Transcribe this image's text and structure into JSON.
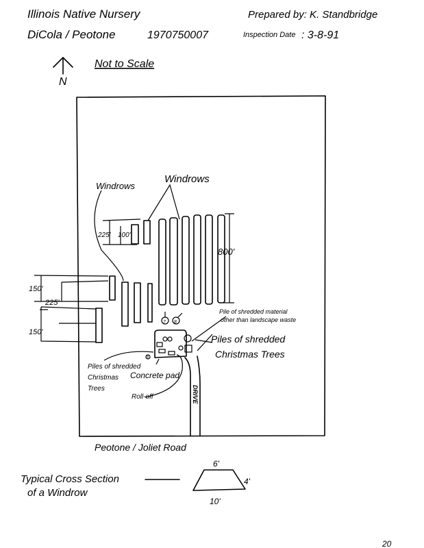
{
  "header": {
    "facility": "Illinois Native Nursery",
    "prepared_by": "Prepared by: K. Standbridge",
    "location": "DiCola / Peotone",
    "site_id": "1970750007",
    "inspection_label": "Inspection Date",
    "inspection_date": ": 3-8-91"
  },
  "north_label": "N",
  "scale_note": "Not to Scale",
  "labels": {
    "windrows_left": "Windrows",
    "windrows_top": "Windrows",
    "dim_225_top": "225'",
    "dim_100": "100'",
    "dim_800": "800'",
    "dim_150_a": "150'",
    "dim_225_mid": "225'",
    "dim_150_b": "150'",
    "pile_other": "Pile of shredded material",
    "pile_other_2": "other than landscape waste",
    "piles_xmas_right_1": "Piles of shredded",
    "piles_xmas_right_2": "Christmas Trees",
    "piles_xmas_left_1": "Piles of shredded",
    "piles_xmas_left_2": "Christmas",
    "piles_xmas_left_3": "Trees",
    "concrete_pad": "Concrete pad",
    "roll_off": "Roll-off",
    "drive": "DRIVE",
    "road": "Peotone / Joliet Road",
    "pile_7": "7",
    "pile_8": "8",
    "pile_3": "3"
  },
  "cross_section": {
    "title_1": "Typical Cross Section",
    "title_2": "of a Windrow",
    "top_width": "6'",
    "height": "4'",
    "base_width": "10'"
  },
  "page_number": "20"
}
